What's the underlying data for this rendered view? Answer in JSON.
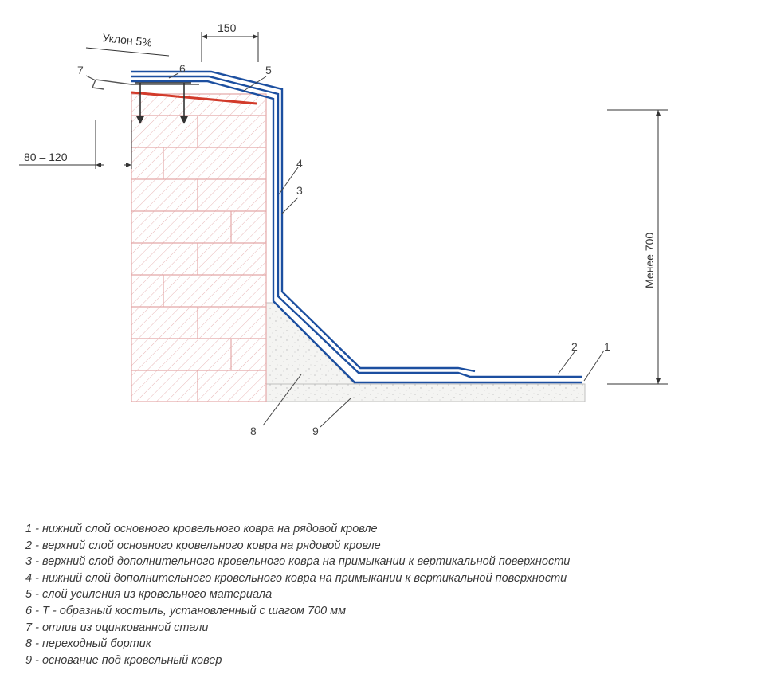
{
  "slope_label": "Уклон 5%",
  "dimensions": {
    "flashing_overhang": "150",
    "drip_offset": "80 – 120",
    "parapet_height": "Менее 700"
  },
  "callouts": [
    "1",
    "2",
    "3",
    "4",
    "5",
    "6",
    "7",
    "8",
    "9"
  ],
  "legend": [
    "1 - нижний слой основного кровельного ковра на рядовой кровле",
    "2 - верхний слой основного кровельного ковра на рядовой кровле",
    "3 - верхний слой дополнительного кровельного ковра на примыкании к вертикальной поверхности",
    "4 - нижний слой дополнительного кровельного ковра на примыкании к вертикальной поверхности",
    "5 - слой усиления из кровельного материала",
    "6 - Т - образный костыль, установленный с шагом 700 мм",
    "7 - отлив из оцинкованной стали",
    "8 - переходный бортик",
    "9 - основание под кровельный ковер"
  ],
  "colors": {
    "roof_layer": "#1c4fa0",
    "reinforcement_layer": "#d23a2a",
    "brick_outline": "#e4a8a8",
    "dimension_line": "#333333"
  }
}
